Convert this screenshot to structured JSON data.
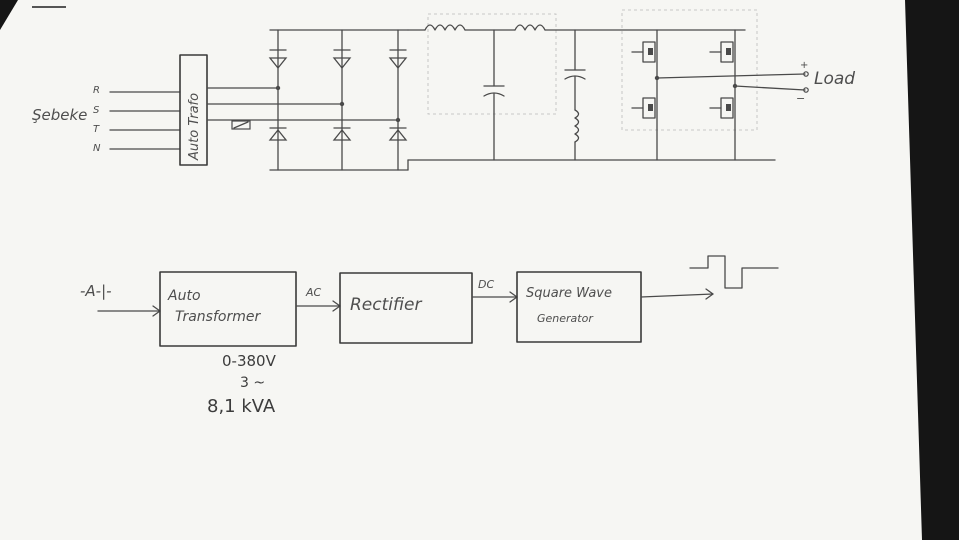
{
  "schematic": {
    "grid_label": "Şebeke",
    "phase_labels": [
      "R",
      "S",
      "T",
      "N"
    ],
    "auto_trafo_label": "Auto Trafo",
    "load_label": "Load",
    "plus_sign": "+",
    "minus_sign": "−"
  },
  "block_diagram": {
    "ac_source_symbol": "-A-|-",
    "blocks": [
      {
        "line1": "Auto",
        "line2": "Transformer"
      },
      {
        "line1": "Rectifier",
        "line2": ""
      },
      {
        "line1": "Square Wave",
        "line2": "Generator"
      }
    ],
    "ac_label": "AC",
    "dc_label": "DC",
    "specs": {
      "voltage": "0-380V",
      "phase": "3 ~",
      "power": "8,1 kVA"
    }
  },
  "colors": {
    "paper": "#f7f7f5",
    "ink": "#4a4a4a",
    "background": "#151515"
  }
}
